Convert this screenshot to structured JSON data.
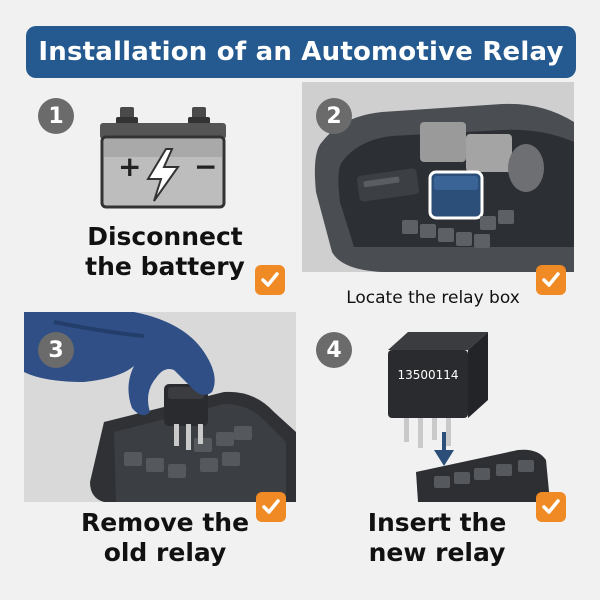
{
  "title": "Installation of an Automotive Relay",
  "steps": [
    {
      "number": "1",
      "caption_line1": "Disconnect",
      "caption_line2": "the battery"
    },
    {
      "number": "2",
      "caption": "Locate the relay box"
    },
    {
      "number": "3",
      "caption_line1": "Remove the",
      "caption_line2": "old relay"
    },
    {
      "number": "4",
      "caption_line1": "Insert the",
      "caption_line2": "new relay",
      "relay_label": "13500114"
    }
  ],
  "battery": {
    "plus": "+",
    "minus": "−"
  },
  "colors": {
    "banner": "#245a8f",
    "accent_check": "#f08a24",
    "step_badge": "#6b6b6b",
    "glove": "#2f4f86",
    "relay_highlight": "#2c4f7a"
  },
  "icons": {
    "check": "check-icon",
    "lightning": "lightning-bolt-icon"
  }
}
